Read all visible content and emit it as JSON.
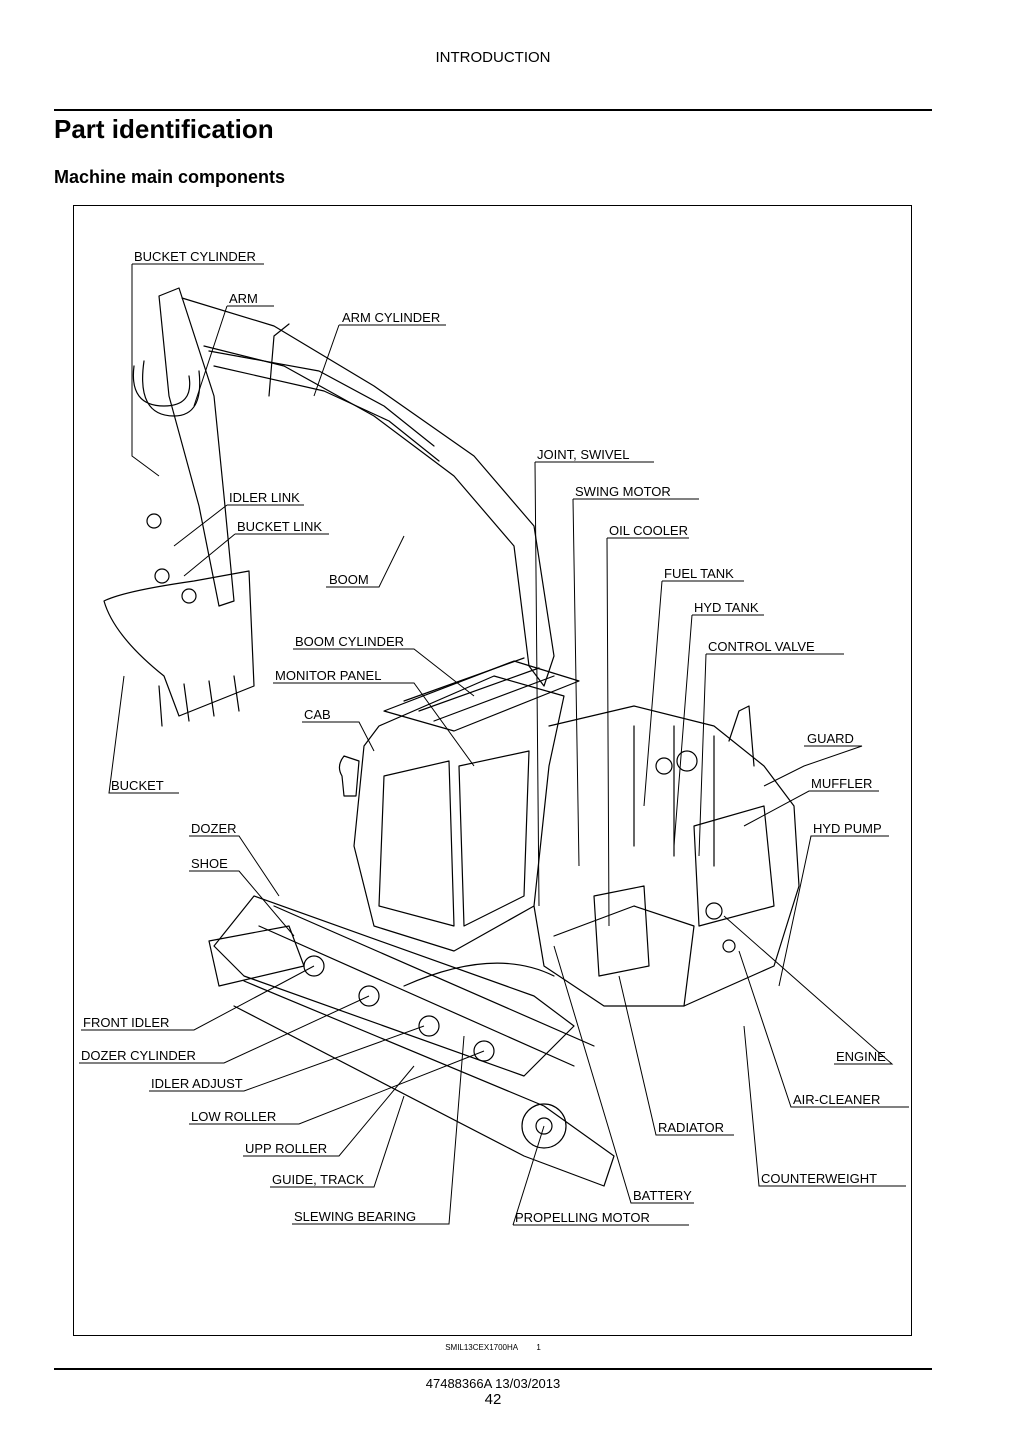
{
  "header": {
    "section": "INTRODUCTION"
  },
  "page": {
    "title": "Part identification",
    "subtitle": "Machine main components"
  },
  "figure": {
    "callouts": [
      {
        "id": "bucket-cylinder",
        "text": "BUCKET CYLINDER"
      },
      {
        "id": "arm",
        "text": "ARM"
      },
      {
        "id": "arm-cylinder",
        "text": "ARM CYLINDER"
      },
      {
        "id": "joint-swivel",
        "text": "JOINT, SWIVEL"
      },
      {
        "id": "swing-motor",
        "text": "SWING MOTOR"
      },
      {
        "id": "oil-cooler",
        "text": "OIL COOLER"
      },
      {
        "id": "idler-link",
        "text": "IDLER LINK"
      },
      {
        "id": "bucket-link",
        "text": "BUCKET LINK"
      },
      {
        "id": "fuel-tank",
        "text": "FUEL TANK"
      },
      {
        "id": "boom",
        "text": "BOOM"
      },
      {
        "id": "hyd-tank",
        "text": "HYD TANK"
      },
      {
        "id": "boom-cylinder",
        "text": "BOOM CYLINDER"
      },
      {
        "id": "control-valve",
        "text": "CONTROL VALVE"
      },
      {
        "id": "monitor-panel",
        "text": "MONITOR PANEL"
      },
      {
        "id": "cab",
        "text": "CAB"
      },
      {
        "id": "guard",
        "text": "GUARD"
      },
      {
        "id": "bucket",
        "text": "BUCKET"
      },
      {
        "id": "muffler",
        "text": "MUFFLER"
      },
      {
        "id": "dozer",
        "text": "DOZER"
      },
      {
        "id": "hyd-pump",
        "text": "HYD PUMP"
      },
      {
        "id": "shoe",
        "text": "SHOE"
      },
      {
        "id": "front-idler",
        "text": "FRONT IDLER"
      },
      {
        "id": "dozer-cylinder",
        "text": "DOZER CYLINDER"
      },
      {
        "id": "engine",
        "text": "ENGINE"
      },
      {
        "id": "idler-adjust",
        "text": "IDLER ADJUST"
      },
      {
        "id": "air-cleaner",
        "text": "AIR-CLEANER"
      },
      {
        "id": "low-roller",
        "text": "LOW ROLLER"
      },
      {
        "id": "radiator",
        "text": "RADIATOR"
      },
      {
        "id": "upp-roller",
        "text": "UPP ROLLER"
      },
      {
        "id": "guide-track",
        "text": "GUIDE, TRACK"
      },
      {
        "id": "counterweight",
        "text": "COUNTERWEIGHT"
      },
      {
        "id": "battery",
        "text": "BATTERY"
      },
      {
        "id": "slewing-bearing",
        "text": "SLEWING BEARING"
      },
      {
        "id": "propelling-motor",
        "text": "PROPELLING MOTOR"
      }
    ],
    "image_code": "SMIL13CEX1700HA",
    "figure_number": "1"
  },
  "footer": {
    "doc_number": "47488366A 13/03/2013",
    "page_number": "42"
  }
}
